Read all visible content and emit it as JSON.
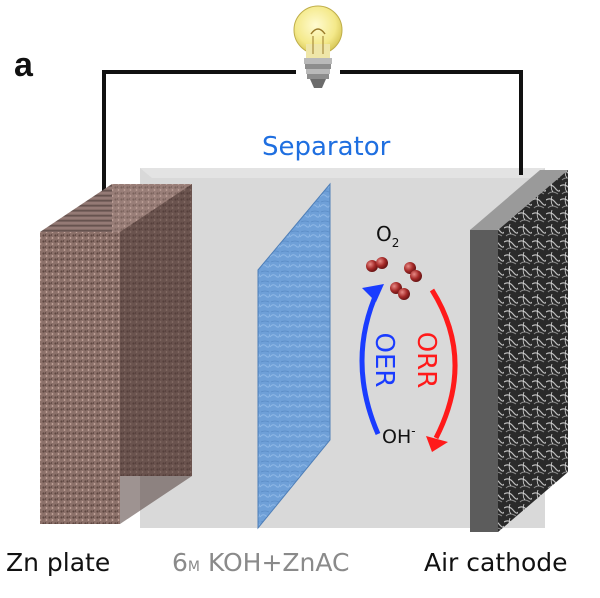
{
  "panel_label": "a",
  "labels": {
    "separator": "Separator",
    "zn_plate": "Zn plate",
    "electrolyte_prefix": "6",
    "electrolyte_unit": "M",
    "electrolyte_rest": " KOH+ZnAC",
    "air_cathode": "Air cathode",
    "o2_base": "O",
    "o2_sub": "2",
    "oer": "OER",
    "orr": "ORR",
    "oh_base": "OH",
    "oh_sup": "-"
  },
  "colors": {
    "separator_text": "#1f6fe0",
    "oer_arrow": "#1a3cff",
    "orr_arrow": "#ff1a1a",
    "electrolyte_bg": "#d9d9d9",
    "separator_sheet": "#6f9fd6",
    "zn_plate": "#8a6f6a",
    "cathode": "#2b2b2b",
    "o2_molecule": "#b0302e"
  }
}
